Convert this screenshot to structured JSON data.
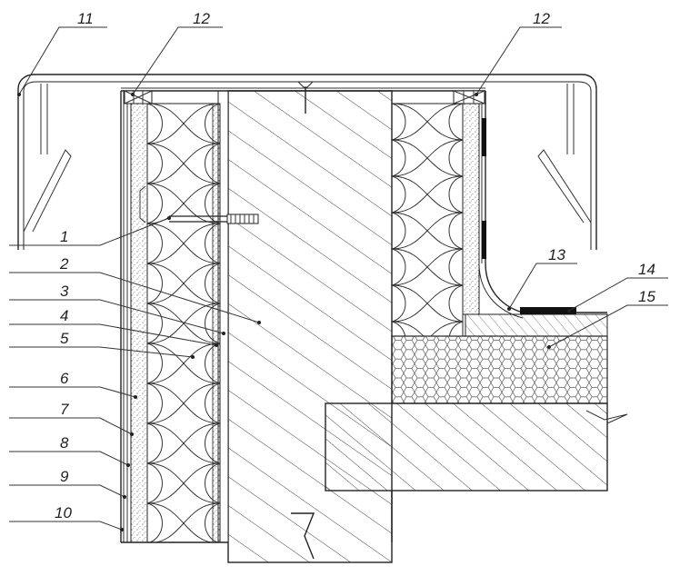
{
  "labels": {
    "l1": "1",
    "l2": "2",
    "l3": "3",
    "l4": "4",
    "l5": "5",
    "l6": "6",
    "l7": "7",
    "l8": "8",
    "l9": "9",
    "l10": "10",
    "l11": "11",
    "l12a": "12",
    "l12b": "12",
    "l13": "13",
    "l14": "14",
    "l15": "15"
  },
  "colors": {
    "line": "#222222",
    "membrane": "#111111",
    "hatch": "#555555",
    "stipple": "#777777"
  }
}
